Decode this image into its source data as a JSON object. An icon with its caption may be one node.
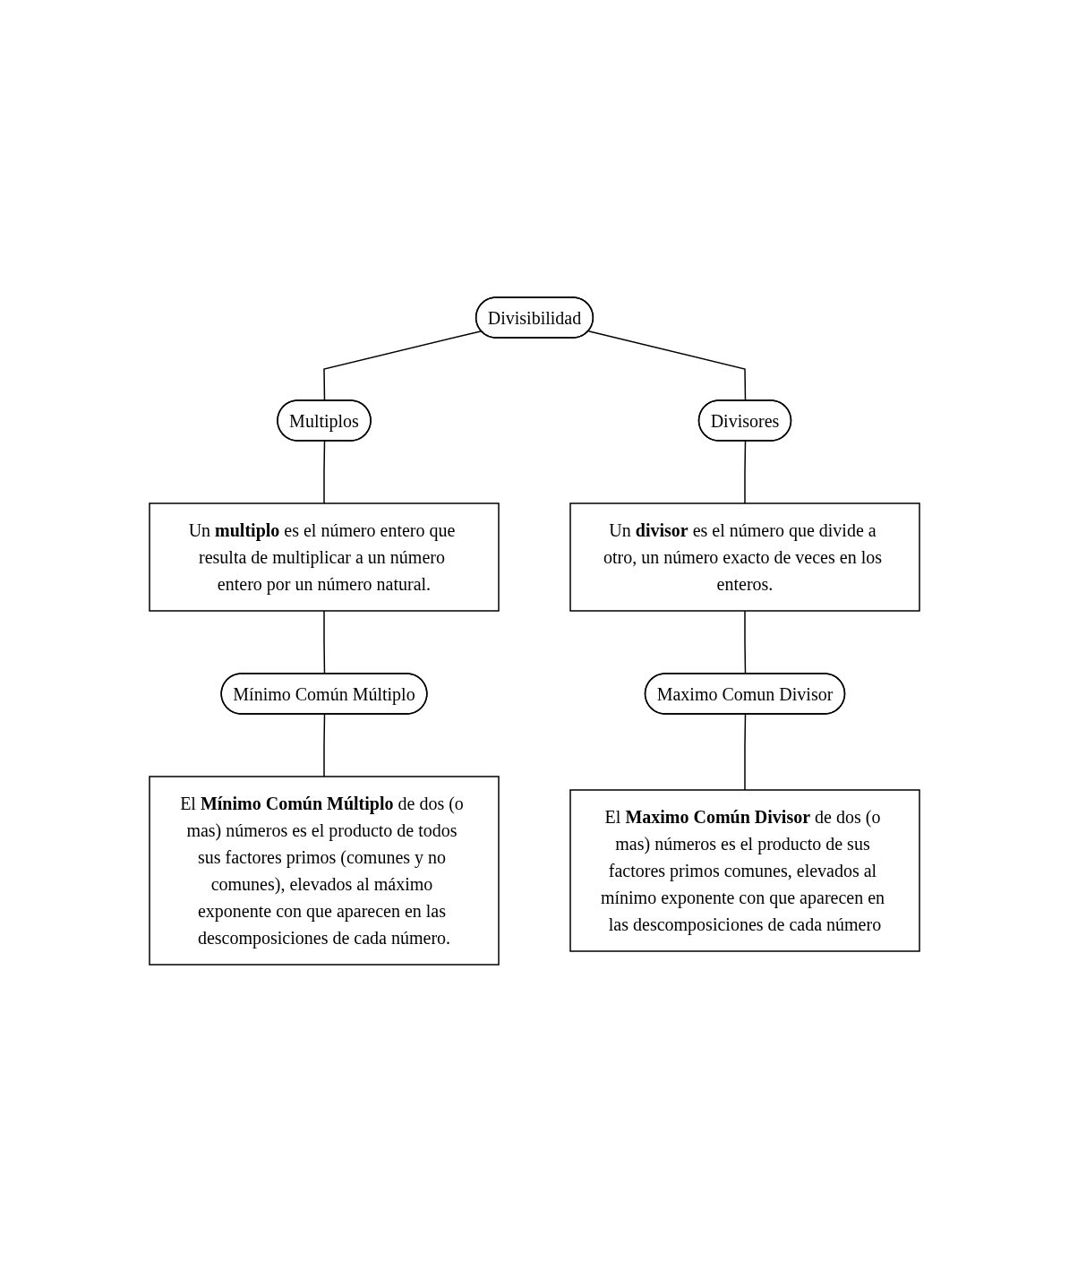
{
  "diagram": {
    "nodes": [
      {
        "text": [
          "Divisibilidad"
        ]
      },
      {
        "text": [
          "Multiplos"
        ]
      },
      {
        "text": [
          "Divisores"
        ]
      },
      {
        "text": [
          "Un **multiplo** es el número entero que resulta de multiplicar a un número entero por un número natural."
        ]
      },
      {
        "text": [
          "Mínimo Común Múltiplo"
        ]
      },
      {
        "text": [
          "El **Mínimo Común Múltiplo** de dos (o mas) números es el producto de todos sus factores primos (comunes y no comunes), elevados al máximo exponente con que aparecen en las descomposiciones de cada número."
        ]
      },
      {
        "text": [
          "Un **divisor** es el número que divide a otro, un número exacto de veces en los enteros."
        ]
      },
      {
        "text": [
          "Maximo Comun Divisor"
        ]
      },
      {
        "text": [
          "El **Maximo Común Divisor** de dos (o mas) números es el producto de sus factores primos comunes, elevados al mínimo exponente con que aparecen en las descomposiciones de cada número"
        ]
      }
    ],
    "edges": [
      {
        "from": 0,
        "to": 1,
        "arrow": "none"
      },
      {
        "from": 0,
        "to": 2,
        "arrow": "none"
      },
      {
        "from": 1,
        "to": 3,
        "arrow": "none"
      },
      {
        "from": 3,
        "to": 4,
        "arrow": "none"
      },
      {
        "from": 4,
        "to": 5,
        "arrow": "none"
      },
      {
        "from": 2,
        "to": 6,
        "arrow": "none"
      },
      {
        "from": 6,
        "to": 7,
        "arrow": "none"
      },
      {
        "from": 7,
        "to": 8,
        "arrow": "none"
      }
    ]
  }
}
